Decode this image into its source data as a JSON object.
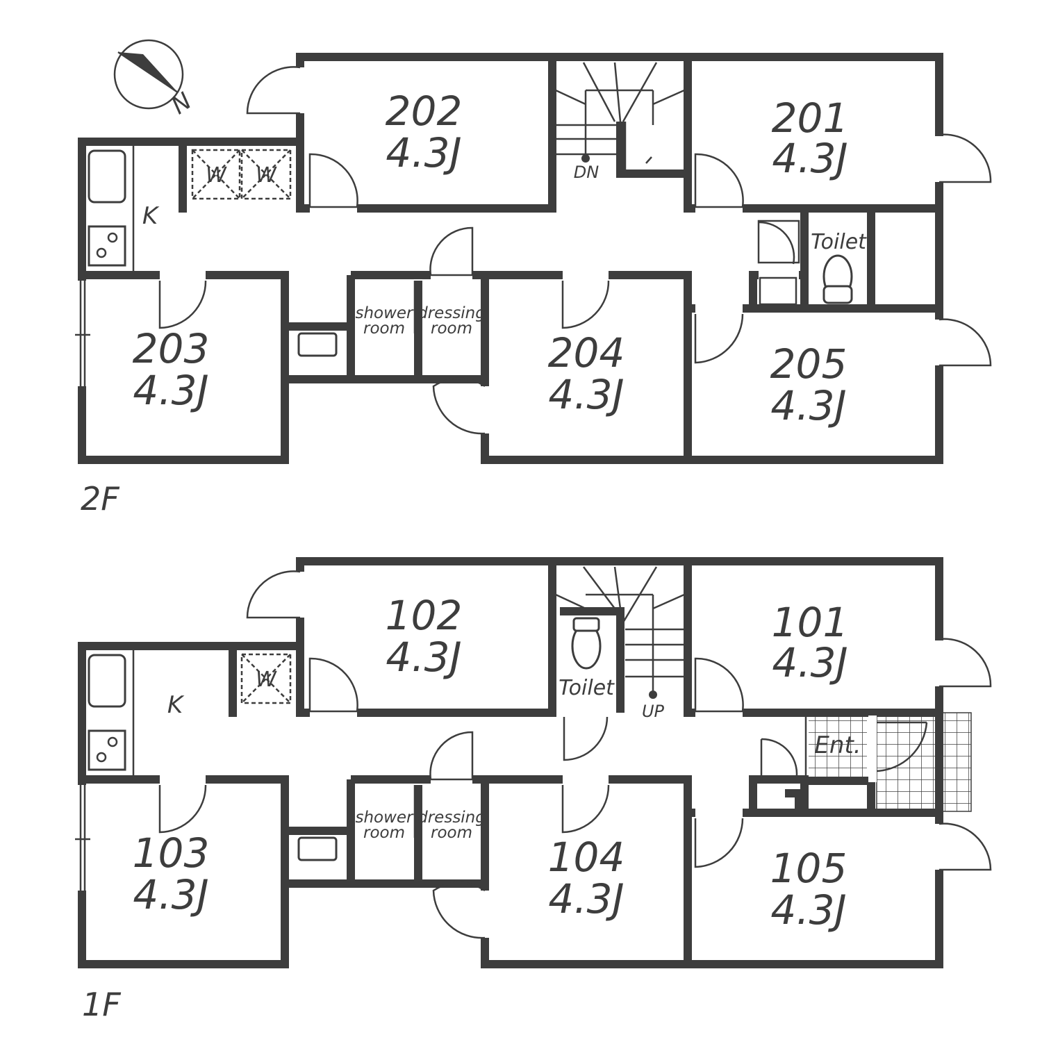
{
  "floors": {
    "f2": {
      "label": "2F",
      "rooms": {
        "r202": {
          "number": "202",
          "size": "4.3J"
        },
        "r201": {
          "number": "201",
          "size": "4.3J"
        },
        "r203": {
          "number": "203",
          "size": "4.3J"
        },
        "r204": {
          "number": "204",
          "size": "4.3J"
        },
        "r205": {
          "number": "205",
          "size": "4.3J"
        }
      },
      "kitchen": "K",
      "washer_1": "W",
      "washer_2": "W",
      "stairs": "DN",
      "toilet": "Toilet",
      "shower_1": "shower",
      "shower_2": "room",
      "dressing_1": "dressing",
      "dressing_2": "room"
    },
    "f1": {
      "label": "1F",
      "rooms": {
        "r102": {
          "number": "102",
          "size": "4.3J"
        },
        "r101": {
          "number": "101",
          "size": "4.3J"
        },
        "r103": {
          "number": "103",
          "size": "4.3J"
        },
        "r104": {
          "number": "104",
          "size": "4.3J"
        },
        "r105": {
          "number": "105",
          "size": "4.3J"
        }
      },
      "kitchen": "K",
      "washer_1": "W",
      "stairs": "UP",
      "toilet": "Toilet",
      "entrance": "Ent.",
      "shower_1": "shower",
      "shower_2": "room",
      "dressing_1": "dressing",
      "dressing_2": "room"
    }
  },
  "compass": {
    "label": "N"
  },
  "colors": {
    "wall": "#3d3d3d",
    "background": "#ffffff"
  }
}
